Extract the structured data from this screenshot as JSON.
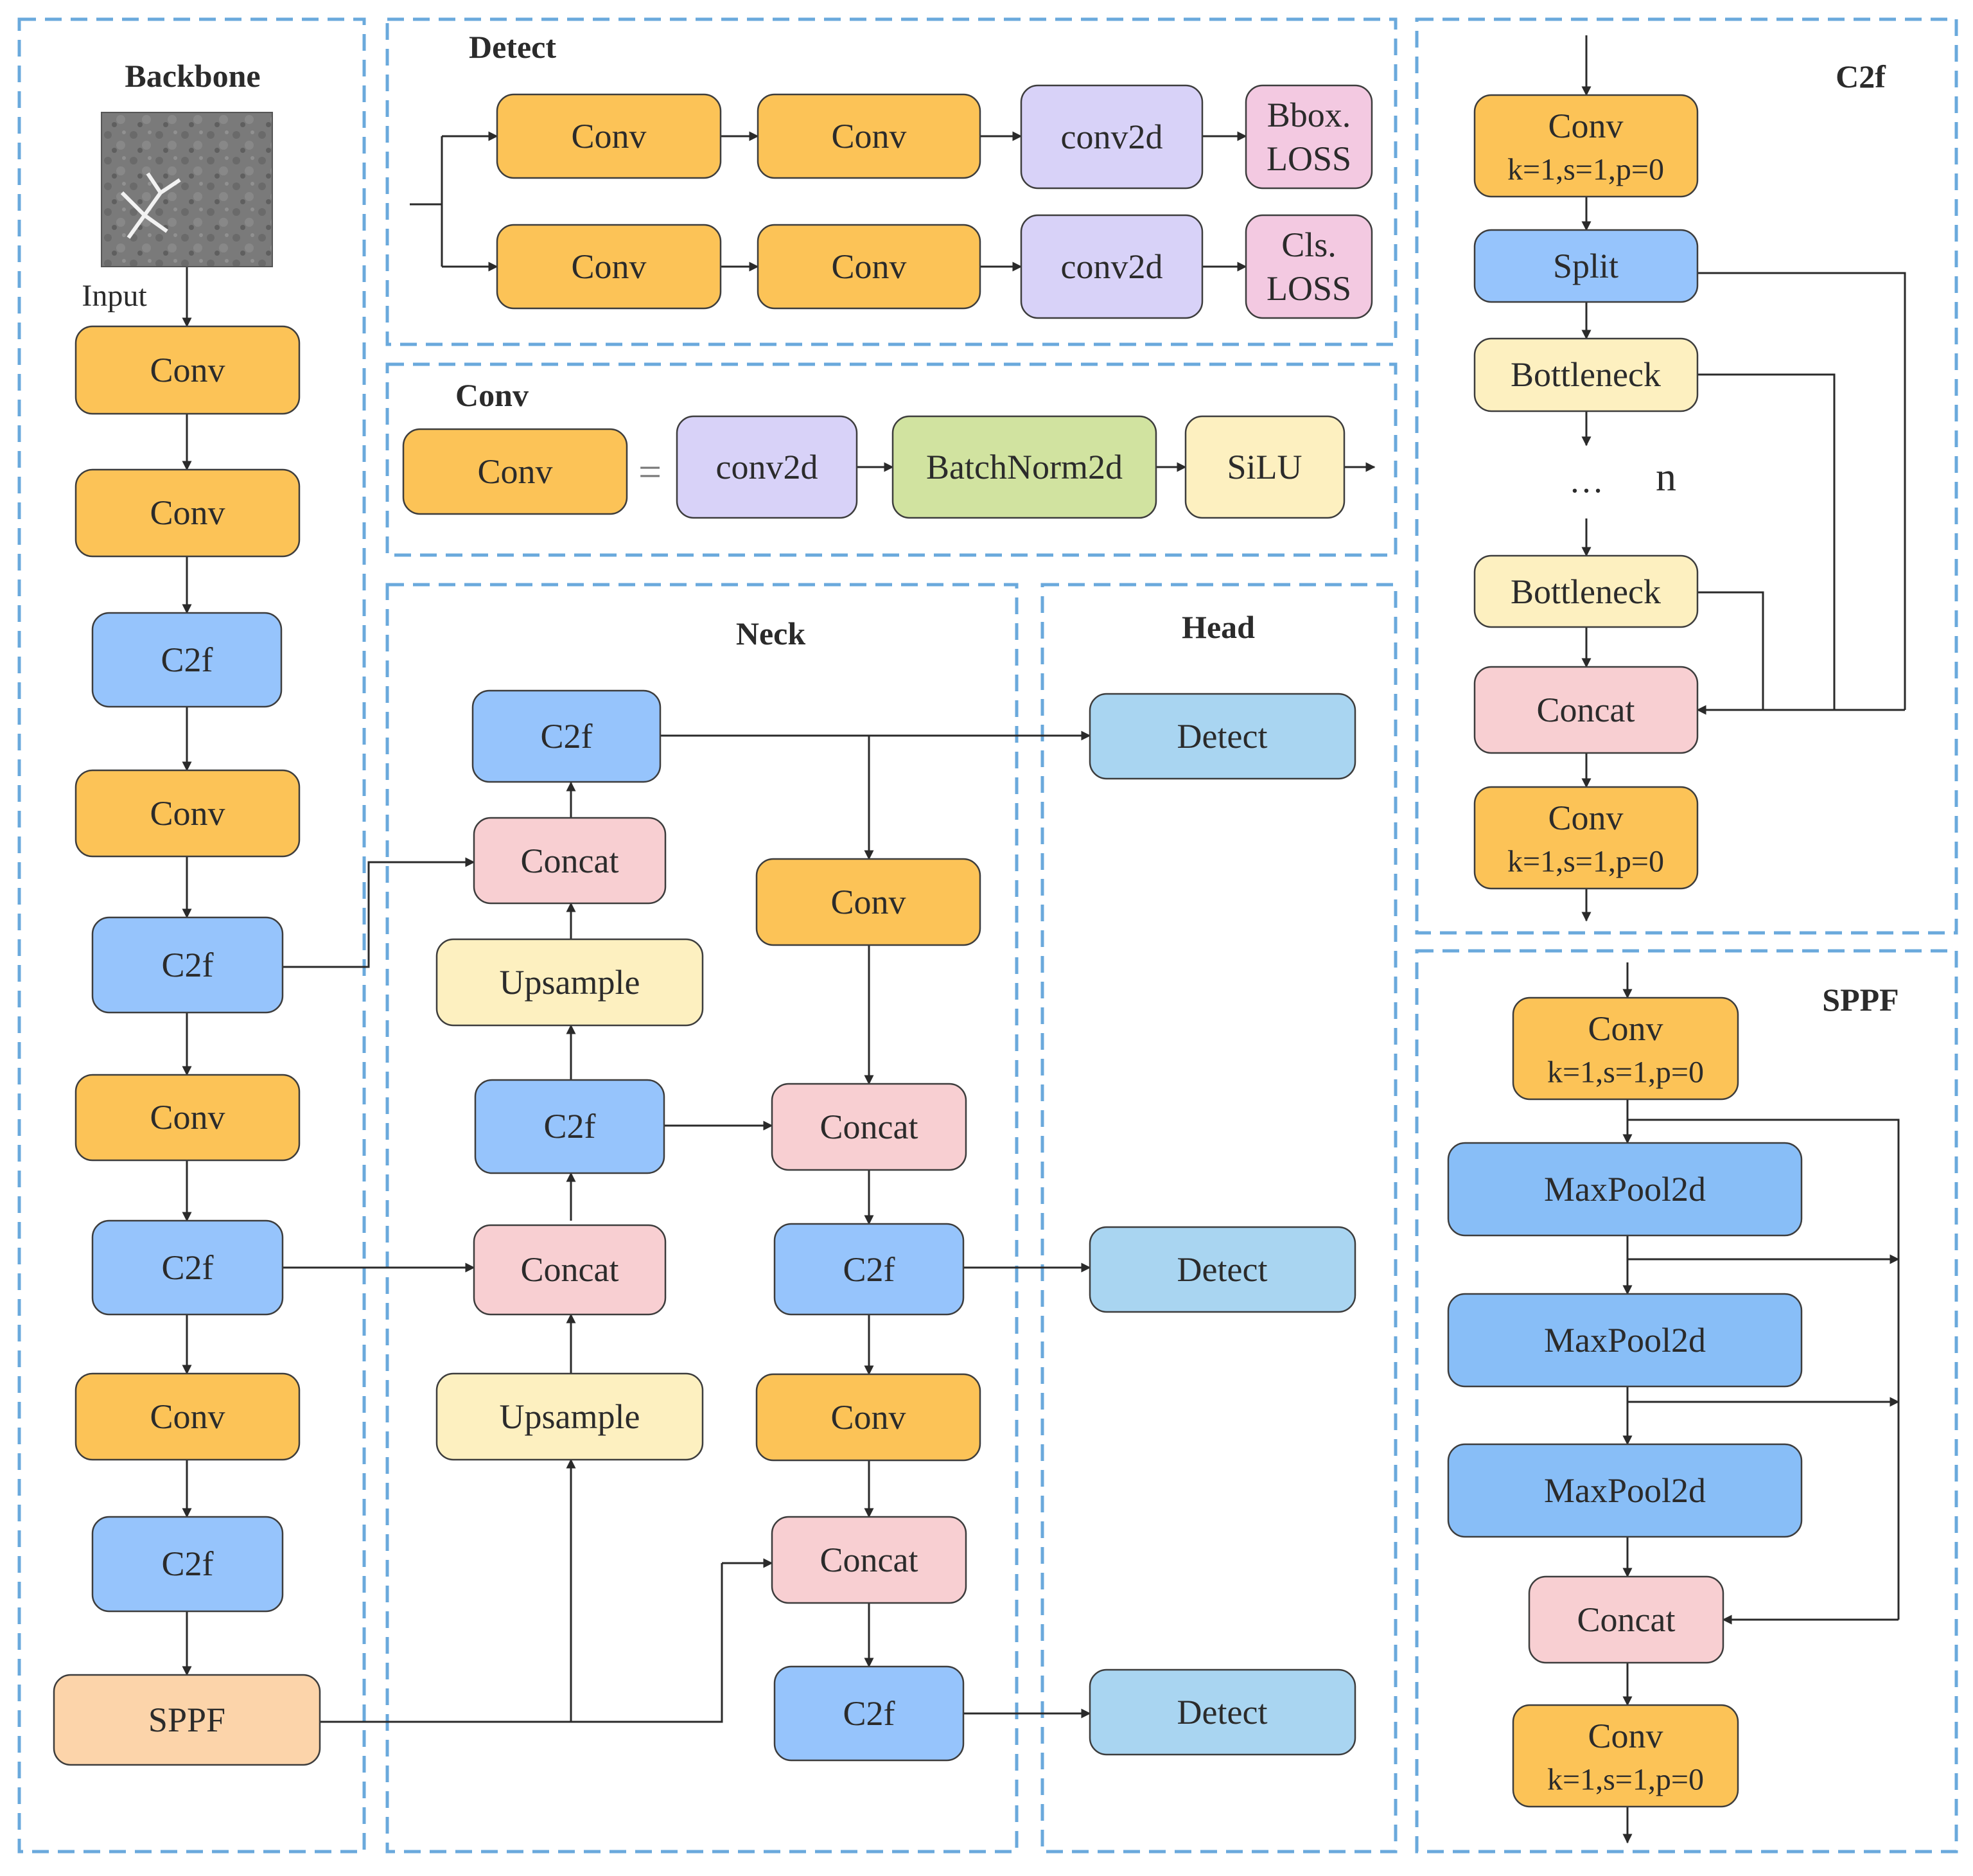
{
  "titles": {
    "backbone": "Backbone",
    "detect": "Detect",
    "conv": "Conv",
    "neck": "Neck",
    "head": "Head",
    "c2f": "C2f",
    "sppf": "SPPF"
  },
  "backbone": {
    "input_label": "Input",
    "input_image_alt": "grayscale input image",
    "layers": [
      "Conv",
      "Conv",
      "C2f",
      "Conv",
      "C2f",
      "Conv",
      "C2f",
      "Conv",
      "C2f",
      "SPPF"
    ]
  },
  "detect_block": {
    "rows": [
      [
        "Conv",
        "Conv",
        "conv2d",
        "Bbox.",
        "LOSS"
      ],
      [
        "Conv",
        "Conv",
        "conv2d",
        "Cls.",
        "LOSS"
      ]
    ]
  },
  "conv_block": {
    "lhs": "Conv",
    "equals": "=",
    "rhs": [
      "conv2d",
      "BatchNorm2d",
      "SiLU"
    ]
  },
  "neck": {
    "left_column": [
      "C2f",
      "Concat",
      "Upsample",
      "C2f",
      "Concat",
      "Upsample"
    ],
    "right_column": [
      "Conv",
      "Concat",
      "C2f",
      "Conv",
      "Concat",
      "C2f"
    ]
  },
  "head": {
    "outputs": [
      "Detect",
      "Detect",
      "Detect"
    ]
  },
  "c2f_block": {
    "conv_top": [
      "Conv",
      "k=1,s=1,p=0"
    ],
    "split": "Split",
    "bottleneck": "Bottleneck",
    "ellipsis": "…",
    "repeat": "n",
    "concat": "Concat",
    "conv_bottom": [
      "Conv",
      "k=1,s=1,p=0"
    ]
  },
  "sppf_block": {
    "conv_top": [
      "Conv",
      "k=1,s=1,p=0"
    ],
    "maxpool": [
      "MaxPool2d",
      "MaxPool2d",
      "MaxPool2d"
    ],
    "concat": "Concat",
    "conv_bottom": [
      "Conv",
      "k=1,s=1,p=0"
    ]
  },
  "colors": {
    "conv": "#fcc357",
    "c2f": "#96c4fc",
    "concat": "#f8cfd2",
    "upsample": "#fdf0c0",
    "sppf": "#fcd4aa",
    "detect": "#a9d5f1",
    "conv2d": "#d8d2f8",
    "loss": "#f3c9e1",
    "batchnorm": "#d1e3a0",
    "silu": "#fdf0c0",
    "maxpool": "#88bef7",
    "region_border": "#6aa9dc"
  }
}
